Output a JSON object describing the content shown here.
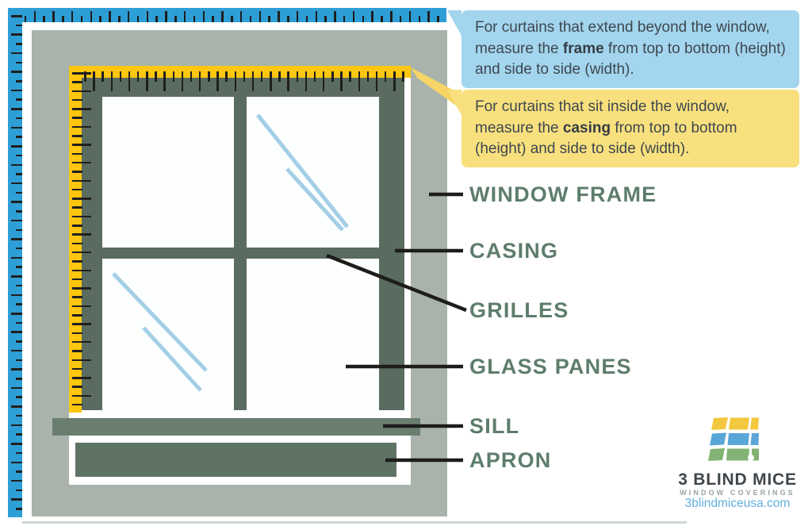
{
  "colors": {
    "ruler-blue": "#2e9ed6",
    "ruler-yellow": "#fdc60f",
    "wall-gray": "#a9b3ac",
    "frame-green": "#5a6c60",
    "sill-green": "#6a7e6f",
    "apron-green": "#5f7365",
    "label-green": "#5e7d6c",
    "callout-blue": "#a3d5ee",
    "callout-yellow": "#f8e07e",
    "beam-yellow": "#f6d566",
    "text-dark": "#3e474f",
    "line-black": "#1d1d1b",
    "glass-blue": "#a3cfe6",
    "logo-yellow": "#f3c73e",
    "logo-blue": "#5aa6d8",
    "logo-green": "#82b374",
    "logo-text": "#3f464b",
    "logo-tagline": "#9aa2a6",
    "logo-url": "#5fb0de"
  },
  "callouts": {
    "frame": {
      "prefix": "For curtains that extend beyond the window, measure the ",
      "bold": "frame",
      "suffix": " from top to bottom (height) and side to side (width)."
    },
    "casing": {
      "prefix": "For curtains that sit inside the window, measure the ",
      "bold": "casing",
      "suffix": " from top to bottom (height) and side to side (width)."
    }
  },
  "labels": {
    "window_frame": "WINDOW FRAME",
    "casing": "CASING",
    "grilles": "GRILLES",
    "glass_panes": "GLASS PANES",
    "sill": "SILL",
    "apron": "APRON"
  },
  "logo": {
    "name": "3 BLIND MICE",
    "tagline": "WINDOW COVERINGS",
    "url": "3blindmiceusa.com"
  }
}
